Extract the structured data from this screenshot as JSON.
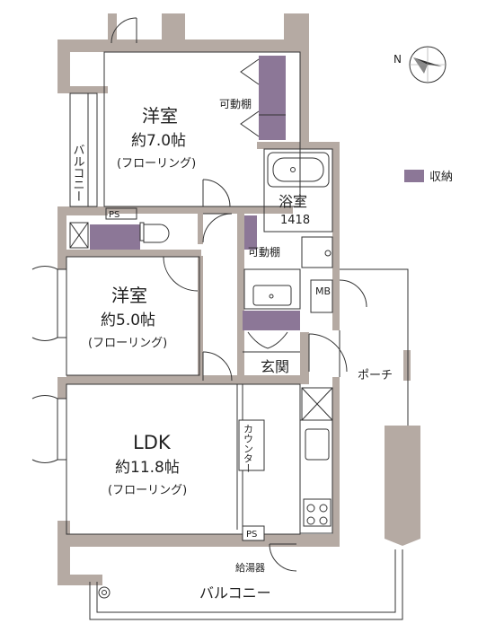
{
  "rooms": {
    "western7": {
      "name": "洋室",
      "size": "約7.0帖",
      "floor": "(フローリング)"
    },
    "western5": {
      "name": "洋室",
      "size": "約5.0帖",
      "floor": "(フローリング)"
    },
    "ldk": {
      "name": "LDK",
      "size": "約11.8帖",
      "floor": "(フローリング)"
    },
    "bath": {
      "name": "浴室",
      "size": "1418"
    },
    "entrance": {
      "name": "玄関"
    }
  },
  "labels": {
    "movable_shelf_top": "可動棚",
    "movable_shelf_mid": "可動棚",
    "ps_top": "PS",
    "ps_bottom": "PS",
    "mb": "MB",
    "porch": "ポーチ",
    "counter": "カウンター",
    "water_heater": "給湯器",
    "balcony_left": "バルコニー",
    "balcony_bottom": "バルコニー"
  },
  "legend": {
    "storage": "収納",
    "storage_color": "#8c7797"
  },
  "compass": {
    "north": "N"
  },
  "colors": {
    "wall": "#b5aaa3",
    "storage": "#8c7797",
    "line": "#333333"
  }
}
